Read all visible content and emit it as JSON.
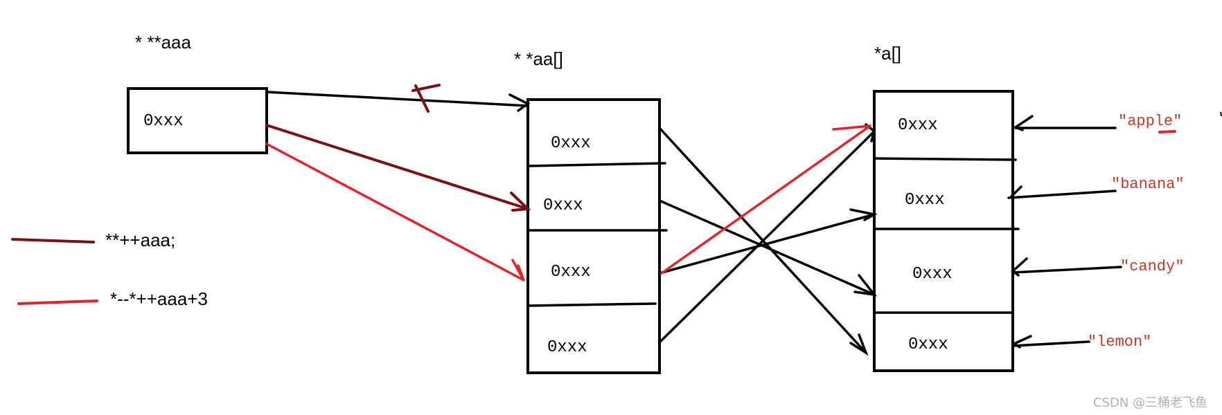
{
  "labels": {
    "aaa_title": "* **aaa",
    "aa_title": "* *aa[]",
    "a_title": "*a[]"
  },
  "cells": {
    "aaa": "0xxx",
    "aa": [
      "0xxx",
      "0xxx",
      "0xxx",
      "0xxx"
    ],
    "a": [
      "0xxx",
      "0xxx",
      "0xxx",
      "0xxx"
    ]
  },
  "strings": [
    "\"apple\"",
    "\"banana\"",
    "\"candy\"",
    "\"lemon\""
  ],
  "legend": [
    {
      "color": "#7a0f14",
      "text": "**++aaa;"
    },
    {
      "color": "#e3232c",
      "text": "*--*++aaa+3"
    }
  ],
  "watermark": "CSDN @三桶老飞鱼",
  "colors": {
    "black": "#000000",
    "dark_red": "#7a0f14",
    "red": "#e3232c",
    "string_red": "#c0392b",
    "watermark": "#b0b0b0"
  }
}
